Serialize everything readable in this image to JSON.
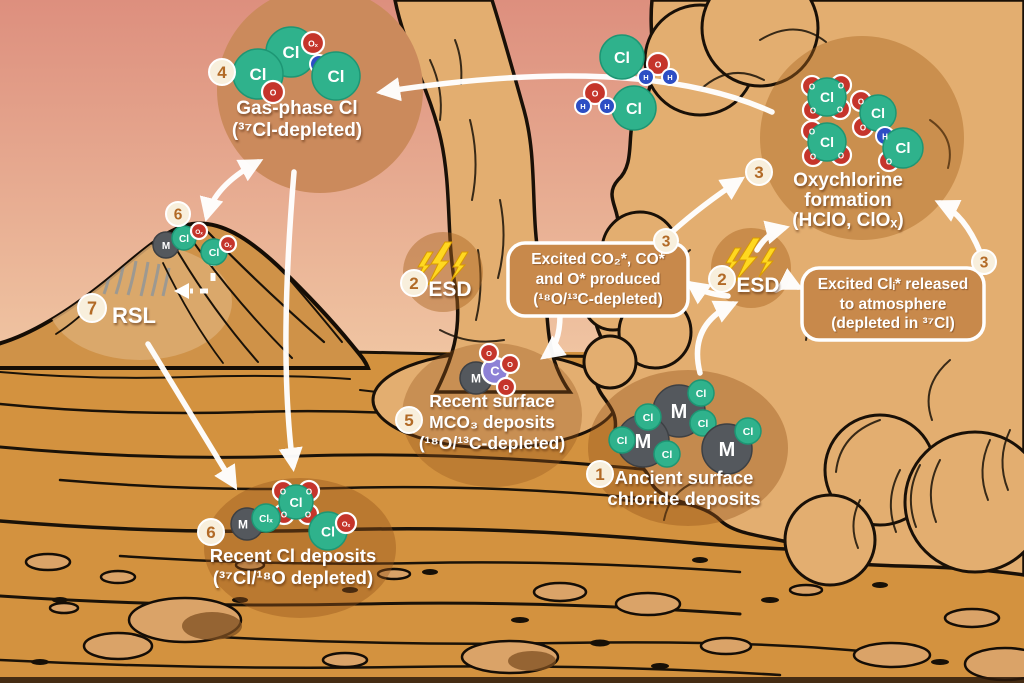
{
  "figure": "Mars chlorine cycle illustrated diagram",
  "colors": {
    "sky_top": "#dd8f7e",
    "sky_bottom": "#f0c5a2",
    "ground": "#d3923f",
    "cloud": "#e3ae70",
    "hill": "#cf9248",
    "teal_atom": "#2fb28c",
    "red_atom": "#c5352b",
    "blue_atom": "#2d4ec4",
    "purple_atom": "#8d81d6",
    "gray_atom": "#54585d",
    "lightning": "#ffd820",
    "callout_fill": "#c8894b",
    "badge_fill": "#f8efdc",
    "badge_text": "#b26a26",
    "arrow": "#ffffff"
  },
  "atoms": {
    "cl": "Cl",
    "m": "M",
    "o": "O",
    "h": "H",
    "c": "C",
    "ox": "Oₓ",
    "clx": "Clₓ"
  },
  "sites": {
    "gas_phase": {
      "badge": "4",
      "line1": "Gas-phase Cl",
      "line2": "(³⁷Cl-depleted)"
    },
    "oxychlorine": {
      "badge": "3",
      "line1": "Oxychlorine",
      "line2": "formation",
      "line3": "(HClO, ClOₓ)"
    },
    "esd_left": {
      "badge": "2",
      "label": "ESD"
    },
    "esd_right": {
      "badge": "2",
      "label": "ESD"
    },
    "mco3": {
      "badge": "5",
      "line1": "Recent surface",
      "line2": "MCO₃ deposits",
      "line3": "(¹⁸O/¹³C-depleted)"
    },
    "ancient": {
      "badge": "1",
      "line1": "Ancient surface",
      "line2": "chloride deposits"
    },
    "recent_cl": {
      "badge": "6",
      "line1": "Recent Cl deposits",
      "line2": "(³⁷Cl/¹⁸O depleted)"
    },
    "mountain_deposit": {
      "badge": "6"
    },
    "rsl": {
      "badge": "7",
      "label": "RSL"
    }
  },
  "callouts": {
    "excited_co2": {
      "badge": "3",
      "line1": "Excited CO₂*, CO*",
      "line2": "and O* produced",
      "line3": "(¹⁸O/¹³C-depleted)"
    },
    "excited_cl": {
      "badge": "3",
      "line1": "Excited Clᵢ* released",
      "line2": "to atmosphere",
      "line3": "(depleted in ³⁷Cl)"
    }
  }
}
